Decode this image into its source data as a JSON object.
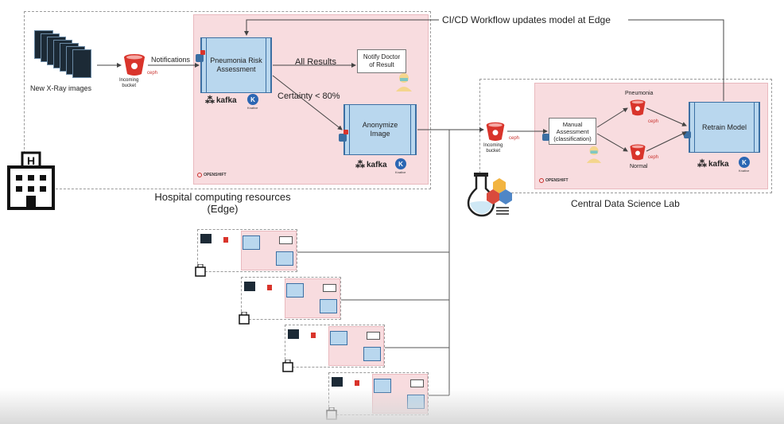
{
  "cicd_label": "CI/CD Workflow updates model at Edge",
  "edge": {
    "xray_label": "New X-Ray images",
    "incoming_bucket": "Incoming\nbucket",
    "ceph": "ceph",
    "notifications": "Notifications",
    "pneumonia_box": "Pneumonia Risk\nAssessment",
    "all_results": "All Results",
    "notify_box": "Notify Doctor\nof Result",
    "certainty": "Certainty < 80%",
    "anonymize_box": "Anonymize\nImage",
    "kafka": "kafka",
    "knative": "Knative",
    "openshift": "OPENSHIFT",
    "title_line1": "Hospital computing resources",
    "title_line2": "(Edge)"
  },
  "lab": {
    "incoming_bucket": "Incoming\nbucket",
    "ceph": "ceph",
    "manual_box": "Manual\nAssessment\n(classification)",
    "pneumonia": "Pneumonia",
    "normal": "Normal",
    "retrain_box": "Retrain Model",
    "kafka": "kafka",
    "knative": "Knative",
    "openshift": "OPENSHIFT",
    "title": "Central Data Science Lab"
  },
  "colors": {
    "pink_fill": "#f8dcdf",
    "blue_fill": "#b9d7ee",
    "blue_border": "#3b6fa3",
    "bucket_red": "#d9342b",
    "dashed_border": "#9a9a9a"
  },
  "icons": [
    "hospital-icon",
    "lab-flask-icon",
    "kafka-icon",
    "knative-icon",
    "bucket-icon",
    "ceph-icon",
    "xray-images",
    "doctor-icon",
    "openshift-icon"
  ]
}
